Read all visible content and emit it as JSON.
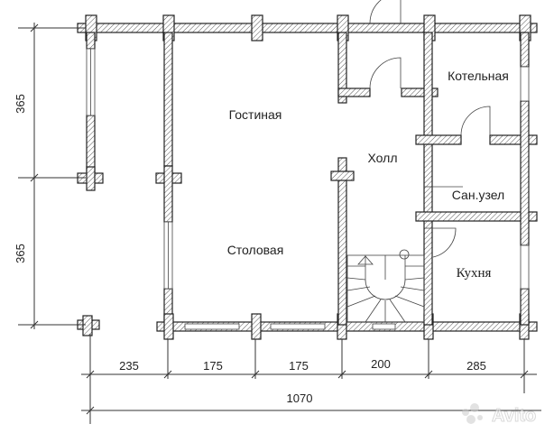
{
  "rooms": {
    "living": "Гостиная",
    "dining": "Столовая",
    "hall": "Холл",
    "boiler": "Котельная",
    "bathroom": "Сан.узел",
    "kitchen": "Кухня"
  },
  "dimensions": {
    "vertical": [
      "365",
      "365"
    ],
    "horizontal": [
      "235",
      "175",
      "175",
      "200",
      "285"
    ],
    "total": "1070"
  },
  "watermark": "Avito"
}
